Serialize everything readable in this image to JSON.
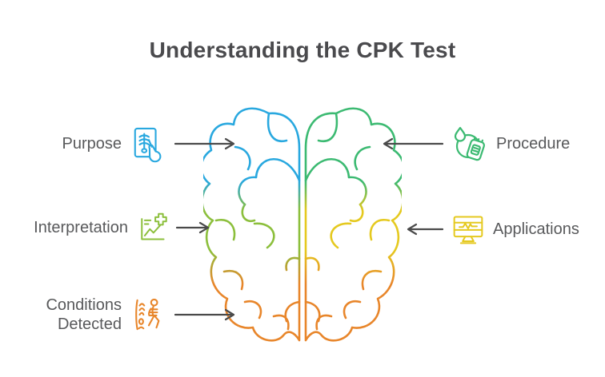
{
  "title": "Understanding the CPK Test",
  "items": {
    "purpose": {
      "label": "Purpose",
      "color": "#29A8DF",
      "icon": "xray-report-hand-icon",
      "side": "left"
    },
    "procedure": {
      "label": "Procedure",
      "color": "#3CBA72",
      "icon": "blood-sample-icon",
      "side": "right"
    },
    "interpretation": {
      "label": "Interpretation",
      "color": "#8CBF3C",
      "icon": "chart-medical-plus-icon",
      "side": "left"
    },
    "applications": {
      "label": "Applications",
      "color": "#E5C91F",
      "icon": "ecg-monitor-icon",
      "side": "right"
    },
    "conditions_detected": {
      "label": "Conditions Detected",
      "color": "#E8862B",
      "icon": "walking-skeleton-icon",
      "side": "left"
    }
  },
  "brain": {
    "left_hemisphere_colors": [
      "#29A8DF",
      "#8CBF3C",
      "#E8862B"
    ],
    "right_hemisphere_colors": [
      "#3CBA72",
      "#E5C91F",
      "#E8862B"
    ]
  },
  "colors": {
    "title_text": "#4A4A4D",
    "label_text": "#58595B",
    "arrow": "#4A4A4A",
    "background": "#FFFFFF"
  }
}
